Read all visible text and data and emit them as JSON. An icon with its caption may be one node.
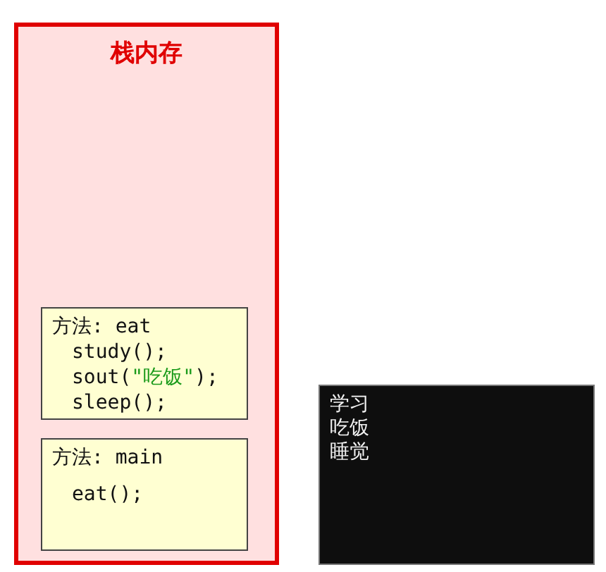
{
  "diagram": {
    "nodes": [
      {
        "text": [
          "栈内存"
        ]
      },
      {
        "text": [
          "方法: eat",
          "study();",
          "sout(\"吃饭\");",
          "sleep();"
        ],
        "in": 0
      },
      {
        "text": [
          "方法: main",
          "eat();"
        ],
        "in": 0
      },
      {
        "text": [
          "学习",
          "吃饭",
          "睡觉"
        ]
      }
    ]
  }
}
